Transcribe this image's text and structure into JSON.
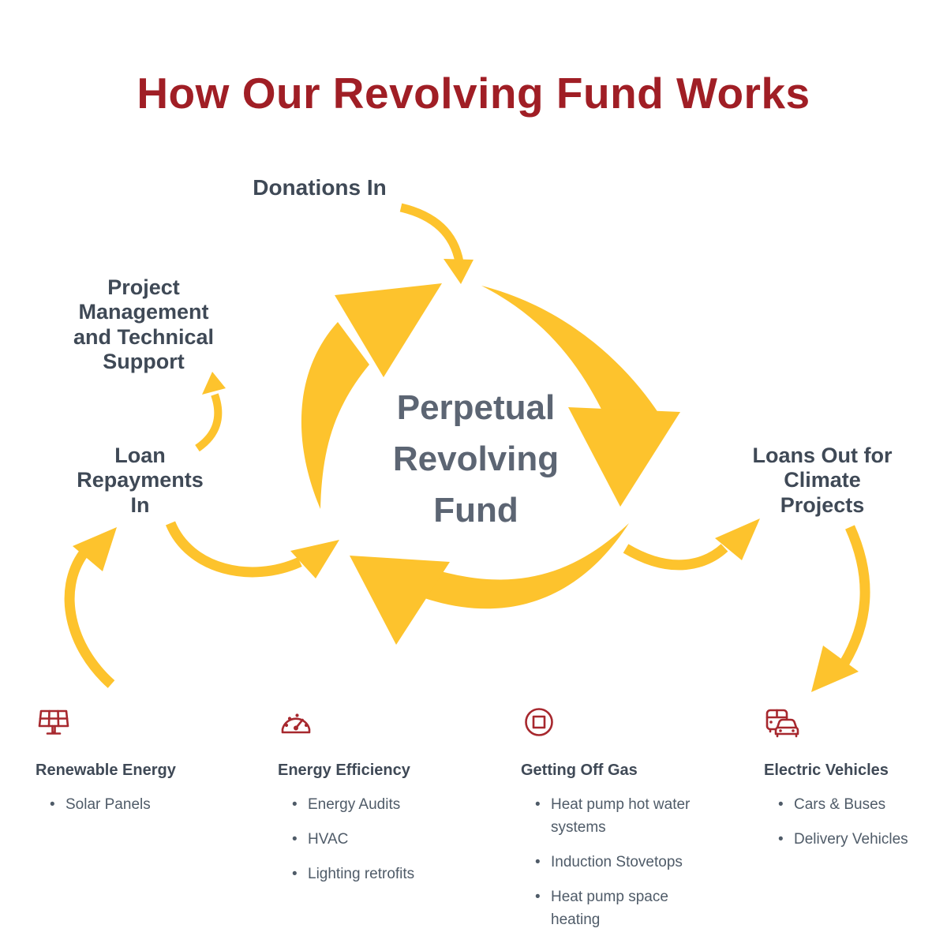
{
  "title": "How Our Revolving Fund Works",
  "colors": {
    "arrow_yellow": "#FDC32D",
    "title_red": "#A01E25",
    "icon_red": "#A7282E",
    "label_dark": "#3F4956",
    "center_gray": "#5C6573",
    "body_gray": "#4F5B68"
  },
  "diagram": {
    "center_label": "Perpetual Revolving Fund",
    "labels": {
      "donations_in": "Donations In",
      "project_management": "Project Management and Technical Support",
      "loan_repayments_in": "Loan Repayments In",
      "loans_out": "Loans Out for Climate Projects"
    }
  },
  "categories": [
    {
      "icon": "solar-panel-icon",
      "title": "Renewable Energy",
      "items": [
        "Solar Panels"
      ]
    },
    {
      "icon": "gauge-icon",
      "title": "Energy Efficiency",
      "items": [
        "Energy Audits",
        "HVAC",
        "Lighting retrofits"
      ]
    },
    {
      "icon": "induction-stovetop-icon",
      "title": "Getting Off Gas",
      "items": [
        "Heat pump hot water systems",
        "Induction Stovetops",
        "Heat pump space heating"
      ]
    },
    {
      "icon": "electric-vehicles-icon",
      "title": "Electric Vehicles",
      "items": [
        "Cars & Buses",
        "Delivery Vehicles"
      ]
    }
  ]
}
